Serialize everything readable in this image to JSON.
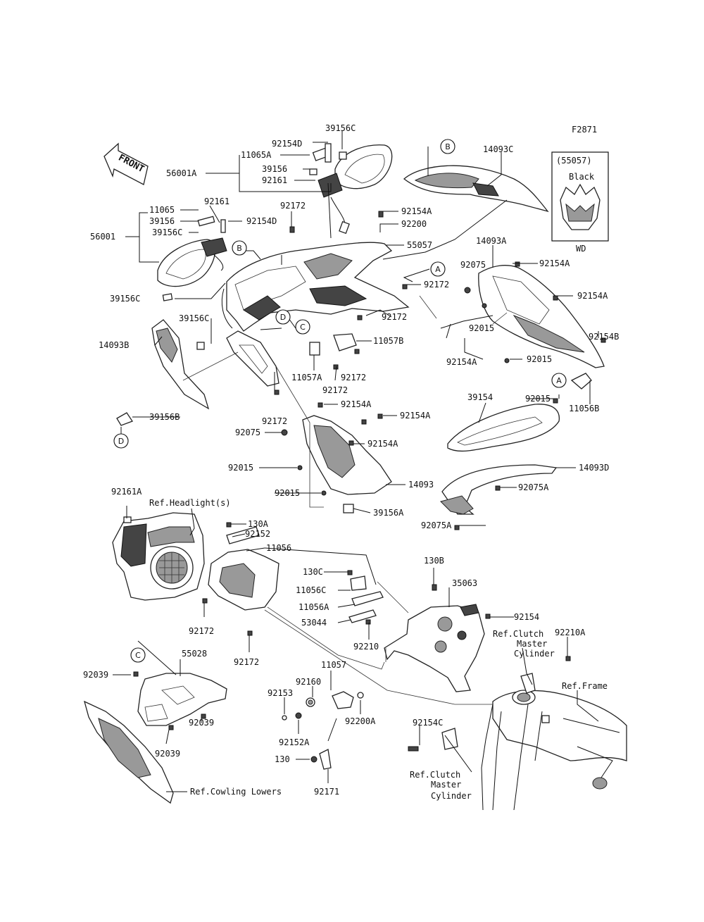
{
  "figure_code": "F2871",
  "front_arrow": "FRONT",
  "inset": {
    "part": "(55057)",
    "color": "Black",
    "code": "WD"
  },
  "refs": {
    "circle_a": "A",
    "circle_b": "B",
    "circle_c": "C",
    "circle_d": "D"
  },
  "labels": {
    "l_39156c_top": "39156C",
    "l_92154d_top": "92154D",
    "l_11065a": "11065A",
    "l_56001a": "56001A",
    "l_39156_top": "39156",
    "l_92161_top": "92161",
    "l_14093c": "14093C",
    "l_11065": "11065",
    "l_92161_mid": "92161",
    "l_39156_left": "39156",
    "l_92154d_mid": "92154D",
    "l_39156c_left": "39156C",
    "l_56001": "56001",
    "l_92172_a": "92172",
    "l_92154a_a": "92154A",
    "l_92200": "92200",
    "l_55057": "55057",
    "l_14093a": "14093A",
    "l_92075_a": "92075",
    "l_92154a_b": "92154A",
    "l_92172_b": "92172",
    "l_92154a_c": "92154A",
    "l_39156c_c": "39156C",
    "l_92172_c": "92172",
    "l_39156c_d": "39156C",
    "l_11057b": "11057B",
    "l_92015_a": "92015",
    "l_14093b": "14093B",
    "l_92154b": "92154B",
    "l_11057a": "11057A",
    "l_92172_d": "92172",
    "l_92154a_d": "92154A",
    "l_92015_b": "92015",
    "l_92172_e": "92172",
    "l_11056b": "11056B",
    "l_39154": "39154",
    "l_92015_c": "92015",
    "l_92172_f": "92172",
    "l_92154a_e": "92154A",
    "l_92154a_f": "92154A",
    "l_39156b": "39156B",
    "l_92075_b": "92075",
    "l_92154a_g": "92154A",
    "l_92015_d": "92015",
    "l_14093d": "14093D",
    "l_92015_e": "92015",
    "l_14093": "14093",
    "l_92075a_a": "92075A",
    "l_92161a": "92161A",
    "l_ref_headlight": "Ref.Headlight(s)",
    "l_39156a": "39156A",
    "l_92075a_b": "92075A",
    "l_130a": "130A",
    "l_92152": "92152",
    "l_11056": "11056",
    "l_130b": "130B",
    "l_130c": "130C",
    "l_35063": "35063",
    "l_11056c": "11056C",
    "l_11056a": "11056A",
    "l_92154": "92154",
    "l_53044": "53044",
    "l_ref_clutch_1a": "Ref.Clutch",
    "l_ref_clutch_1b": "Master",
    "l_ref_clutch_1c": "Cylinder",
    "l_92210a": "92210A",
    "l_92172_g": "92172",
    "l_92210": "92210",
    "l_92172_h": "92172",
    "l_55028": "55028",
    "l_ref_frame": "Ref.Frame",
    "l_92039_a": "92039",
    "l_11057": "11057",
    "l_92160": "92160",
    "l_92153": "92153",
    "l_92154c": "92154C",
    "l_92200a": "92200A",
    "l_92039_b": "92039",
    "l_92039_c": "92039",
    "l_92152a": "92152A",
    "l_ref_clutch_2a": "Ref.Clutch",
    "l_ref_clutch_2b": "Master",
    "l_ref_clutch_2c": "Cylinder",
    "l_130": "130",
    "l_ref_cowling": "Ref.Cowling Lowers",
    "l_92171": "92171"
  }
}
